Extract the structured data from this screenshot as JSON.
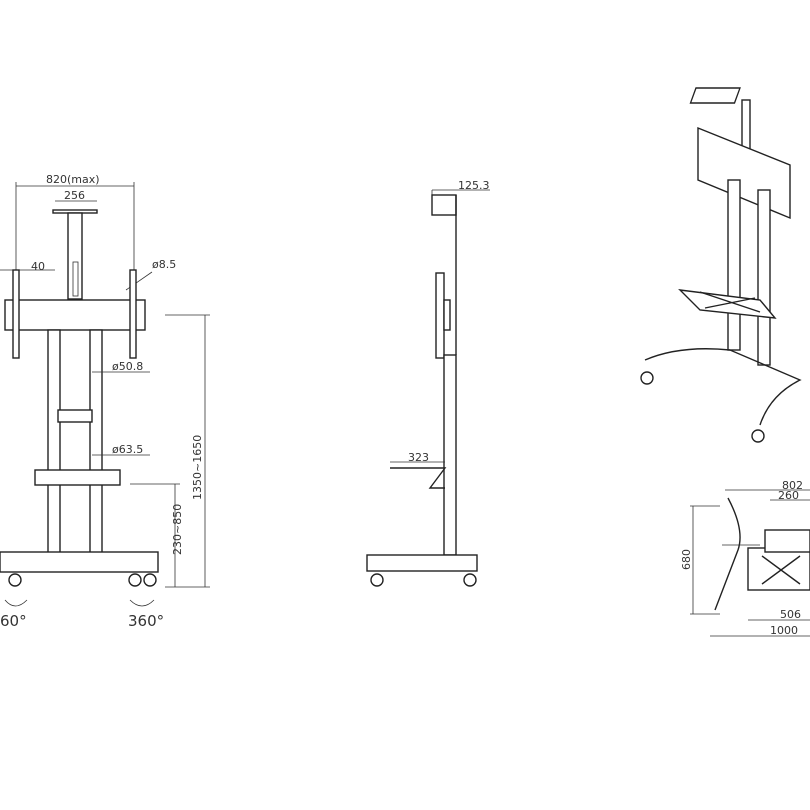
{
  "front_view": {
    "width_max": "820(max)",
    "plate_width": "256",
    "bracket_width": "40",
    "hole_diameter": "ø8.5",
    "inner_pole_diameter": "ø50.8",
    "outer_pole_diameter": "ø63.5",
    "height_range": "1350~1650",
    "shelf_height_range": "230~850",
    "rotation_left": "60°",
    "rotation_right": "360°"
  },
  "side_view": {
    "top_plate_depth": "125.3",
    "shelf_depth": "323"
  },
  "top_view": {
    "base_width": "802",
    "pole_spacing": "260",
    "base_depth": "680",
    "shelf_width": "506",
    "overall_width": "1000"
  }
}
